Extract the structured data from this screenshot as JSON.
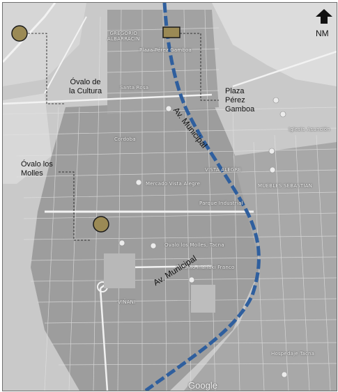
{
  "map": {
    "north_label": "NM",
    "avenue_label_upper": "Av. Municipal",
    "avenue_label_lower": "Av. Municipal",
    "annotations": {
      "ovalo_cultura": "Óvalo de\nla Cultura",
      "plaza_perez": "Plaza\nPérez\nGamboa",
      "ovalo_molles": "Óvalo los\nMolles"
    },
    "street_labels": [
      "GREGORIO\nALBARRACIN",
      "Plaza Pérez Gamboa",
      "Santa Rosa",
      "Cordoba",
      "Iglesia Asunción",
      "Mercado Vista Alegre",
      "VISTA ALEGRE",
      "MUEBLES SEBASTIAN",
      "Parque Industrial",
      "Óvalo los Molles, Tacna",
      "VIÑANI",
      "Hospedaje Tacna",
      "Antonio Inanaki Franco",
      "Google"
    ],
    "colors": {
      "avenue": "#2f5f9e",
      "marker_fill": "#9b8a55",
      "marker_stroke": "#1a1a1a",
      "leader": "#111111"
    },
    "icons": [
      "north-arrow-icon",
      "circle-marker-icon",
      "rect-marker-icon",
      "pin-icon"
    ]
  }
}
